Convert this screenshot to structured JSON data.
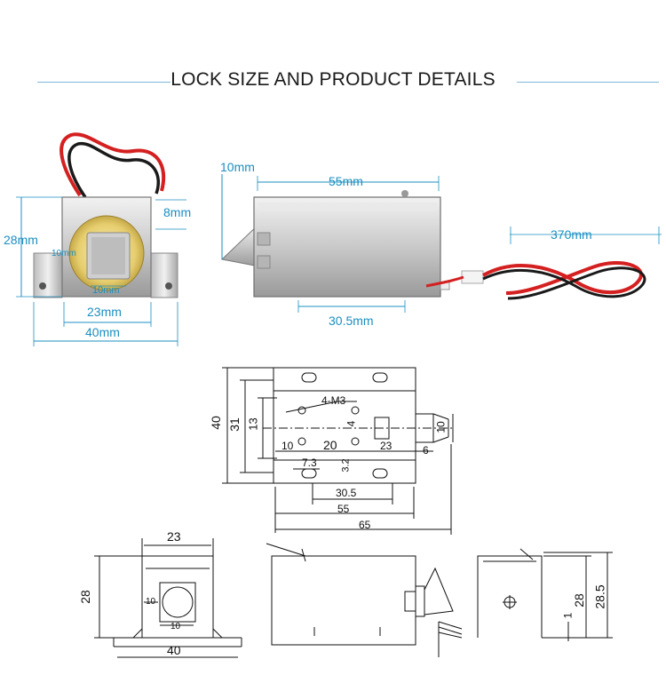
{
  "header": {
    "title": "LOCK SIZE AND PRODUCT DETAILS"
  },
  "colors": {
    "cyan": "#1b8fc0",
    "wire_red": "#d42020",
    "wire_black": "#1a1a1a",
    "metal": "#d4d4d4",
    "brass": "#e8d27a"
  },
  "photo_dims": {
    "h28": "28mm",
    "w8": "8mm",
    "w10a": "10mm",
    "w10b": "10mm",
    "w23": "23mm",
    "w40": "40mm",
    "h10": "10mm",
    "w55": "55mm",
    "w370": "370mm",
    "w30_5": "30.5mm"
  },
  "drawing_top": {
    "d40": "40",
    "d31": "31",
    "d13": "13",
    "d4m3": "4-M3",
    "d4": "4",
    "d10a": "10",
    "d20": "20",
    "d23": "23",
    "d6": "6",
    "d10b": "10",
    "d7_3": "7.3",
    "d3_2": "3.2",
    "d30_5": "30.5",
    "d55": "55",
    "d65": "65"
  },
  "drawing_bottom": {
    "d23": "23",
    "d28": "28",
    "d10a": "10",
    "d10b": "10",
    "d40": "40",
    "d1": "1",
    "d28b": "28",
    "d28_5": "28.5"
  }
}
